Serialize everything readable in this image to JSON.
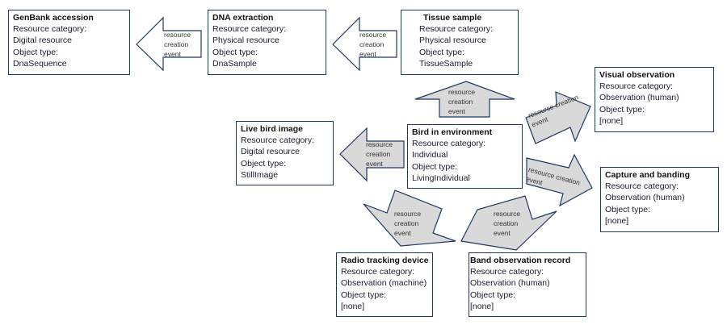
{
  "arrow_label": "resource creation event",
  "arrow_label_lines": [
    "resource",
    "creation",
    "event"
  ],
  "colors": {
    "border": "#1f3864",
    "arrow_fill": "#d9d9d9"
  },
  "nodes": {
    "genbank": {
      "title": "GenBank accession",
      "cat_label": "Resource category:",
      "category": "Digital resource",
      "type_label": "Object type:",
      "type": "DnaSequence"
    },
    "dna": {
      "title": "DNA extraction",
      "cat_label": "Resource category:",
      "category": "Physical resource",
      "type_label": "Object type:",
      "type": "DnaSample"
    },
    "tissue": {
      "title": "Tissue sample",
      "cat_label": "Resource category:",
      "category": "Physical resource",
      "type_label": "Object type:",
      "type": "TissueSample"
    },
    "visual": {
      "title": "Visual observation",
      "cat_label": "Resource category:",
      "category": "Observation (human)",
      "type_label": "Object type:",
      "type": "[none]"
    },
    "image": {
      "title": "Live bird image",
      "cat_label": "Resource category:",
      "category": "Digital resource",
      "type_label": "Object type:",
      "type": "StillImage"
    },
    "bird": {
      "title": "Bird in environment",
      "cat_label": "Resource category:",
      "category": "Individual",
      "type_label": "Object type:",
      "type": "LivingIndividual"
    },
    "capture": {
      "title": "Capture and  banding",
      "cat_label": "Resource category:",
      "category": "Observation (human)",
      "type_label": "Object type:",
      "type": "[none]"
    },
    "radio": {
      "title": "Radio tracking device",
      "cat_label": "Resource category:",
      "category": "Observation (machine)",
      "type_label": "Object type:",
      "type": "[none]"
    },
    "band": {
      "title": "Band observation record",
      "cat_label": "Resource category:",
      "category": "Observation (human)",
      "type_label": "Object type:",
      "type": "[none]"
    }
  }
}
